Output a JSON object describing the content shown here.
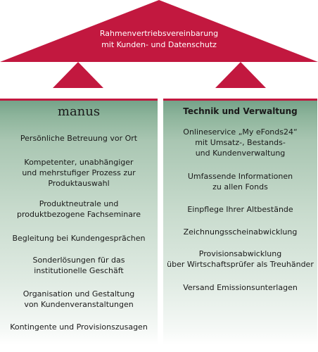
{
  "roof": {
    "lines": [
      "Rahmenvertriebsvereinbarung",
      "mit Kunden- und Datenschutz"
    ],
    "color": "#c2183f"
  },
  "left_pillar": {
    "title": "manus",
    "items": [
      {
        "lines": [
          "Persönliche Betreuung vor Ort"
        ]
      },
      {
        "lines": [
          "Kompetenter, unabhängiger",
          "und mehrstufiger Prozess zur",
          "Produktauswahl"
        ]
      },
      {
        "lines": [
          "Produktneutrale und",
          "produktbezogene Fachseminare"
        ]
      },
      {
        "lines": [
          "Begleitung bei Kundengesprächen"
        ]
      },
      {
        "lines": [
          "Sonderlösungen für das",
          "institutionelle Geschäft"
        ]
      },
      {
        "lines": [
          "Organisation und Gestaltung",
          "von Kundenveranstaltungen"
        ]
      },
      {
        "lines": [
          "Kontingente und Provisionszusagen"
        ]
      }
    ]
  },
  "right_pillar": {
    "title": "Technik und Verwaltung",
    "items": [
      {
        "lines": [
          "Onlineservice „My eFonds24“",
          "mit Umsatz-, Bestands-",
          "und Kundenverwaltung"
        ]
      },
      {
        "lines": [
          "Umfassende Informationen",
          "zu allen Fonds"
        ]
      },
      {
        "lines": [
          "Einpflege Ihrer Altbestände"
        ]
      },
      {
        "lines": [
          "Zeichnungsscheinabwicklung"
        ]
      },
      {
        "lines": [
          "Provisionsabwicklung",
          "über Wirtschaftsprüfer als Treuhänder"
        ]
      },
      {
        "lines": [
          "Versand Emissionsunterlagen"
        ]
      }
    ]
  },
  "colors": {
    "accent": "#c2183f",
    "pillar_top": "#72a086"
  }
}
